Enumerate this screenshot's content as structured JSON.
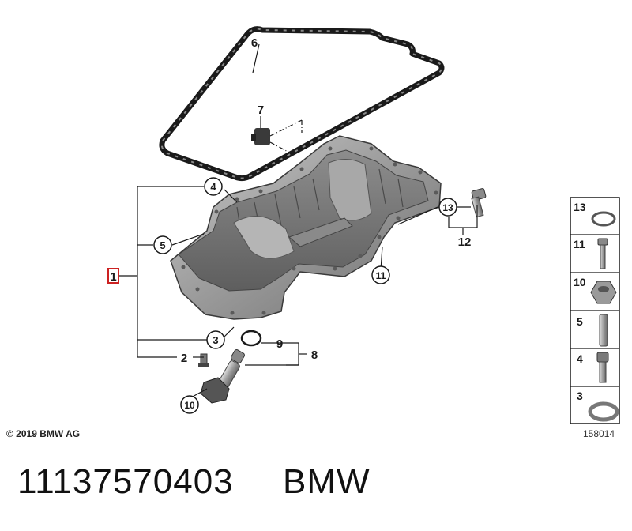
{
  "callouts": {
    "c1": "1",
    "c2": "2",
    "c3": "3",
    "c4": "4",
    "c5": "5",
    "c6": "6",
    "c7": "7",
    "c8": "8",
    "c9": "9",
    "c10": "10",
    "c11": "11",
    "c12": "12",
    "c13": "13"
  },
  "parts_panel": [
    {
      "label": "13",
      "icon": "washer-ring-icon"
    },
    {
      "label": "11",
      "icon": "long-bolt-icon"
    },
    {
      "label": "10",
      "icon": "hex-nut-icon"
    },
    {
      "label": "5",
      "icon": "dowel-sleeve-icon"
    },
    {
      "label": "4",
      "icon": "socket-bolt-icon"
    },
    {
      "label": "3",
      "icon": "sealing-ring-icon"
    }
  ],
  "copyright": "© 2019 BMW AG",
  "diagram_number": "158014",
  "part_number": "11137570403",
  "brand": "BMW",
  "colors": {
    "highlight": "#cc2222",
    "line": "#1a1a1a"
  }
}
